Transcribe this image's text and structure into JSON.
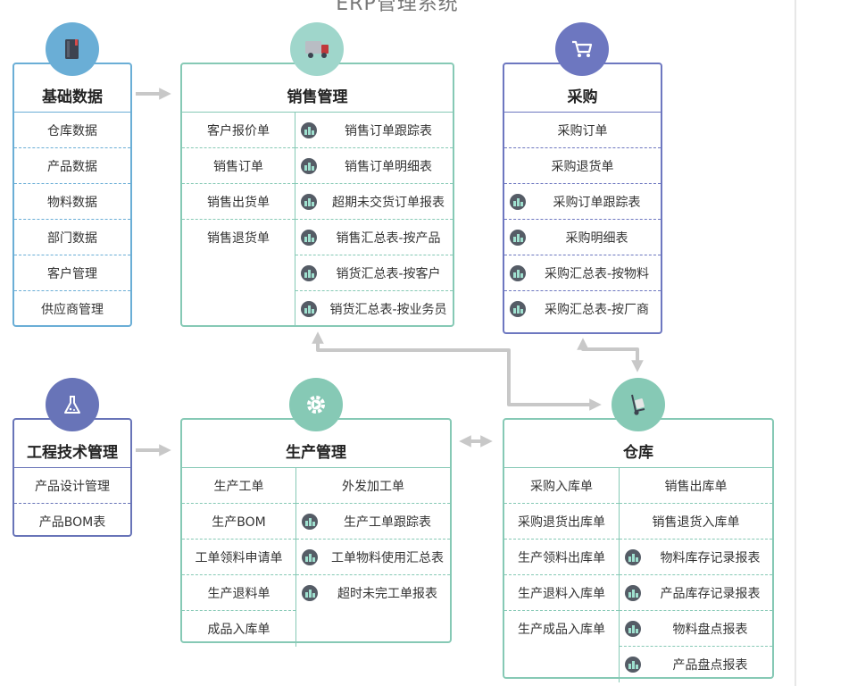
{
  "title": "ERP管理系统",
  "colors": {
    "base": "#6aaed6",
    "sales": "#86c9b5",
    "purchase": "#6d77c0",
    "engineering": "#6874b8",
    "production": "#86c9b5",
    "warehouse": "#86c9b5",
    "arrow": "#c8c8c8",
    "report_icon": "#555c66"
  },
  "icons": {
    "base": "book-icon",
    "sales": "truck-icon",
    "purchase": "cart-icon",
    "engineering": "flask-icon",
    "production": "gear-icon",
    "warehouse": "hand-truck-icon",
    "report": "bar-chart-icon"
  },
  "base": {
    "title": "基础数据",
    "items": [
      "仓库数据",
      "产品数据",
      "物料数据",
      "部门数据",
      "客户管理",
      "供应商管理"
    ]
  },
  "sales": {
    "title": "销售管理",
    "left": [
      "客户报价单",
      "销售订单",
      "销售出货单",
      "销售退货单"
    ],
    "reports": [
      "销售订单跟踪表",
      "销售订单明细表",
      "超期未交货订单报表",
      "销售汇总表-按产品",
      "销货汇总表-按客户",
      "销货汇总表-按业务员"
    ]
  },
  "purchase": {
    "title": "采购",
    "items": [
      "采购订单",
      "采购退货单"
    ],
    "reports": [
      "采购订单跟踪表",
      "采购明细表",
      "采购汇总表-按物料",
      "采购汇总表-按厂商"
    ]
  },
  "engineering": {
    "title": "工程技术管理",
    "items": [
      "产品设计管理",
      "产品BOM表"
    ]
  },
  "production": {
    "title": "生产管理",
    "left": [
      "生产工单",
      "生产BOM",
      "工单领料申请单",
      "生产退料单",
      "成品入库单"
    ],
    "right_item": "外发加工单",
    "reports": [
      "生产工单跟踪表",
      "工单物料使用汇总表",
      "超时未完工单报表"
    ]
  },
  "warehouse": {
    "title": "仓库",
    "left": [
      "采购入库单",
      "采购退货出库单",
      "生产领料出库单",
      "生产退料入库单",
      "生产成品入库单"
    ],
    "right": [
      "销售出库单",
      "销售退货入库单"
    ],
    "reports": [
      "物料库存记录报表",
      "产品库存记录报表",
      "物料盘点报表",
      "产品盘点报表"
    ]
  }
}
